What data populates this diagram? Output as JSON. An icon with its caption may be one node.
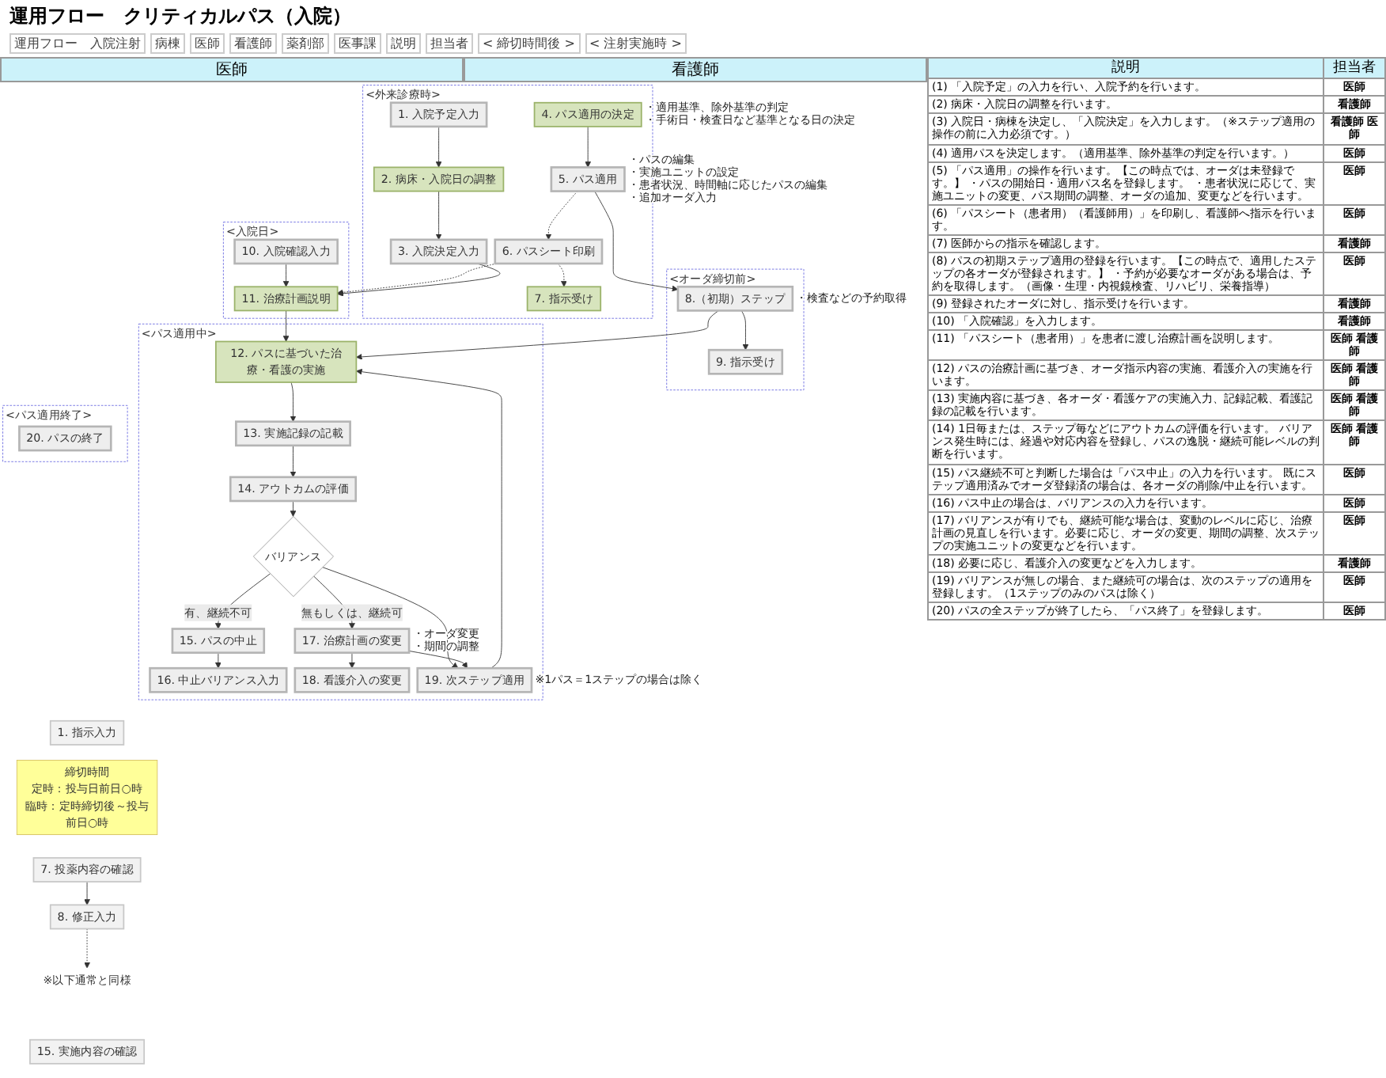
{
  "diagram": {
    "title": "運用フロー　クリティカルパス（入院）",
    "nodes": [
      {
        "text": [
          "<外来診療時>"
        ]
      },
      {
        "text": [
          "1. 入院予定入力"
        ],
        "in": 0
      },
      {
        "text": [
          "2. 病床・入院日の調整"
        ],
        "in": 0
      },
      {
        "text": [
          "3. 入院決定入力"
        ],
        "in": 0
      },
      {
        "text": [
          "4. パス適用の決定"
        ],
        "in": 0,
        "beside": [
          "・適用基準、除外基準の判定",
          "・手術日・検査日など基準となる日の決定"
        ]
      },
      {
        "text": [
          "5. パス適用"
        ],
        "in": 0,
        "beside": [
          "・パスの編集",
          "・実施ユニットの設定",
          "・患者状況、時間軸に応じたパスの編集",
          "・追加オーダ入力"
        ]
      },
      {
        "text": [
          "6. パスシート印刷"
        ],
        "in": 0
      },
      {
        "text": [
          "7. 指示受け"
        ],
        "in": 0
      },
      {
        "text": [
          "<オーダ締切前>"
        ]
      },
      {
        "text": [
          "8.（初期）ステップ"
        ],
        "in": 8,
        "beside": [
          "・検査などの予約取得"
        ]
      },
      {
        "text": [
          "9. 指示受け"
        ],
        "in": 8
      },
      {
        "text": [
          "<入院日>"
        ]
      },
      {
        "text": [
          "10. 入院確認入力"
        ],
        "in": 11
      },
      {
        "text": [
          "11. 治療計画説明"
        ],
        "in": 11
      },
      {
        "text": [
          "<パス適用中>"
        ]
      },
      {
        "text": [
          "12. パスに基づいた治療・看護の実施"
        ],
        "in": 14
      },
      {
        "text": [
          "13. 実施記録の記載"
        ],
        "in": 14
      },
      {
        "text": [
          "14. アウトカムの評価"
        ],
        "in": 14
      },
      {
        "text": [
          "バリアンス"
        ],
        "in": 14
      },
      {
        "text": [
          "15. パスの中止"
        ],
        "in": 14
      },
      {
        "text": [
          "16. 中止バリアンス入力"
        ],
        "in": 14
      },
      {
        "text": [
          "17. 治療計画の変更"
        ],
        "in": 14,
        "beside": [
          "・オーダ変更",
          "・期間の調整"
        ]
      },
      {
        "text": [
          "18. 看護介入の変更"
        ],
        "in": 14
      },
      {
        "text": [
          "19. 次ステップ適用"
        ],
        "in": 14,
        "beside": [
          "※1パス＝1ステップの場合は除く"
        ]
      },
      {
        "text": [
          "<パス適用終了>"
        ]
      },
      {
        "text": [
          "20. パスの終了"
        ],
        "in": 24
      },
      {
        "text": [
          "1. 指示入力"
        ]
      },
      {
        "text": [
          "締切時間",
          "定時：投与日前日○時",
          "臨時：定時締切後～投与前日○時"
        ]
      },
      {
        "text": [
          "7. 投薬内容の確認"
        ]
      },
      {
        "text": [
          "8. 修正入力"
        ]
      },
      {
        "text": [
          "※以下通常と同様"
        ]
      },
      {
        "text": [
          "15. 実施内容の確認"
        ]
      }
    ],
    "edges": [
      {
        "from": 1,
        "to": 2,
        "arrow": "to"
      },
      {
        "from": 2,
        "to": 3,
        "arrow": "to"
      },
      {
        "from": 4,
        "to": 5,
        "arrow": "to"
      },
      {
        "from": 5,
        "to": 6,
        "arrow": "to",
        "style": "dashed"
      },
      {
        "from": 6,
        "to": 7,
        "arrow": "to",
        "style": "dashed"
      },
      {
        "from": 6,
        "to": 13,
        "arrow": "to",
        "style": "dashed"
      },
      {
        "from": 5,
        "to": 9,
        "arrow": "to"
      },
      {
        "from": 9,
        "to": 10,
        "arrow": "to"
      },
      {
        "from": 3,
        "to": 13,
        "arrow": "to"
      },
      {
        "from": 12,
        "to": 13,
        "arrow": "to"
      },
      {
        "from": 13,
        "to": 15,
        "arrow": "to"
      },
      {
        "from": 9,
        "to": 15,
        "arrow": "to"
      },
      {
        "from": 15,
        "to": 16,
        "arrow": "to"
      },
      {
        "from": 16,
        "to": 17,
        "arrow": "to"
      },
      {
        "from": 17,
        "to": 18,
        "arrow": "to"
      },
      {
        "from": 18,
        "to": 19,
        "arrow": "to",
        "label": "有、継続不可"
      },
      {
        "from": 18,
        "to": 21,
        "arrow": "to",
        "label": "無もしくは、継続可"
      },
      {
        "from": 18,
        "to": 23,
        "arrow": "to"
      },
      {
        "from": 21,
        "to": 22,
        "arrow": "to"
      },
      {
        "from": 21,
        "to": 23,
        "arrow": "to"
      },
      {
        "from": 19,
        "to": 20,
        "arrow": "to"
      },
      {
        "from": 23,
        "to": 15,
        "arrow": "to"
      },
      {
        "from": 28,
        "to": 29,
        "arrow": "to"
      },
      {
        "from": 29,
        "to": 30,
        "arrow": "to",
        "style": "dashed"
      }
    ],
    "labels": [
      "運用フロー　入院注射",
      "病棟",
      "医師",
      "看護師",
      "薬剤部",
      "医事課",
      "説明",
      "担当者",
      "< 締切時間後 >",
      "< 注射実施時 >",
      "医師",
      "看護師",
      "説明",
      "担当者",
      "(1) 「入院予定」の入力を行い、入院予約を行います。",
      "医師",
      "(2) 病床・入院日の調整を行います。",
      "看護師",
      "(3) 入院日・病棟を決定し、「入院決定」を入力します。（※ステップ適用の操作の前に入力必須です。）",
      "看護師 医師",
      "(4) 適用パスを決定します。（適用基準、除外基準の判定を行います。）",
      "医師",
      "(5) 「パス適用」の操作を行います。【この時点では、オーダは未登録です。】 ・パスの開始日・適用パス名を登録します。 ・患者状況に応じて、実施ユニットの変更、パス期間の調整、オーダの追加、変更などを行います。",
      "医師",
      "(6) 「パスシート（患者用）（看護師用）」を印刷し、看護師へ指示を行います。",
      "医師",
      "(7) 医師からの指示を確認します。",
      "看護師",
      "(8) パスの初期ステップ適用の登録を行います。【この時点で、適用したステップの各オーダが登録されます。】 ・予約が必要なオーダがある場合は、予約を取得します。（画像・生理・内視鏡検査、リハビリ、栄養指導）",
      "医師",
      "(9) 登録されたオーダに対し、指示受けを行います。",
      "看護師",
      "(10) 「入院確認」を入力します。",
      "看護師",
      "(11) 「パスシート（患者用）」を患者に渡し治療計画を説明します。",
      "医師 看護師",
      "(12) パスの治療計画に基づき、オーダ指示内容の実施、看護介入の実施を行います。",
      "医師 看護師",
      "(13) 実施内容に基づき、各オーダ・看護ケアの実施入力、記録記載、看護記録の記載を行います。",
      "医師 看護師",
      "(14) 1日毎または、ステップ毎などにアウトカムの評価を行います。 バリアンス発生時には、経過や対応内容を登録し、パスの逸脱・継続可能レベルの判断を行います。",
      "医師 看護師",
      "(15) パス継続不可と判断した場合は「パス中止」の入力を行います。 既にステップ適用済みでオーダ登録済の場合は、各オーダの削除/中止を行います。",
      "医師",
      "(16) パス中止の場合は、バリアンスの入力を行います。",
      "医師",
      "(17) バリアンスが有りでも、継続可能な場合は、変動のレベルに応じ、治療計画の見直しを行います。必要に応じ、オーダの変更、期間の調整、次ステップの実施ユニットの変更などを行います。",
      "医師",
      "(18) 必要に応じ、看護介入の変更などを入力します。",
      "看護師",
      "(19) バリアンスが無しの場合、また継続可の場合は、次のステップの適用を登録します。（1ステップのみのパスは除く）",
      "医師",
      "(20) パスの全ステップが終了したら、「パス終了」を登録します。",
      "医師"
    ]
  }
}
